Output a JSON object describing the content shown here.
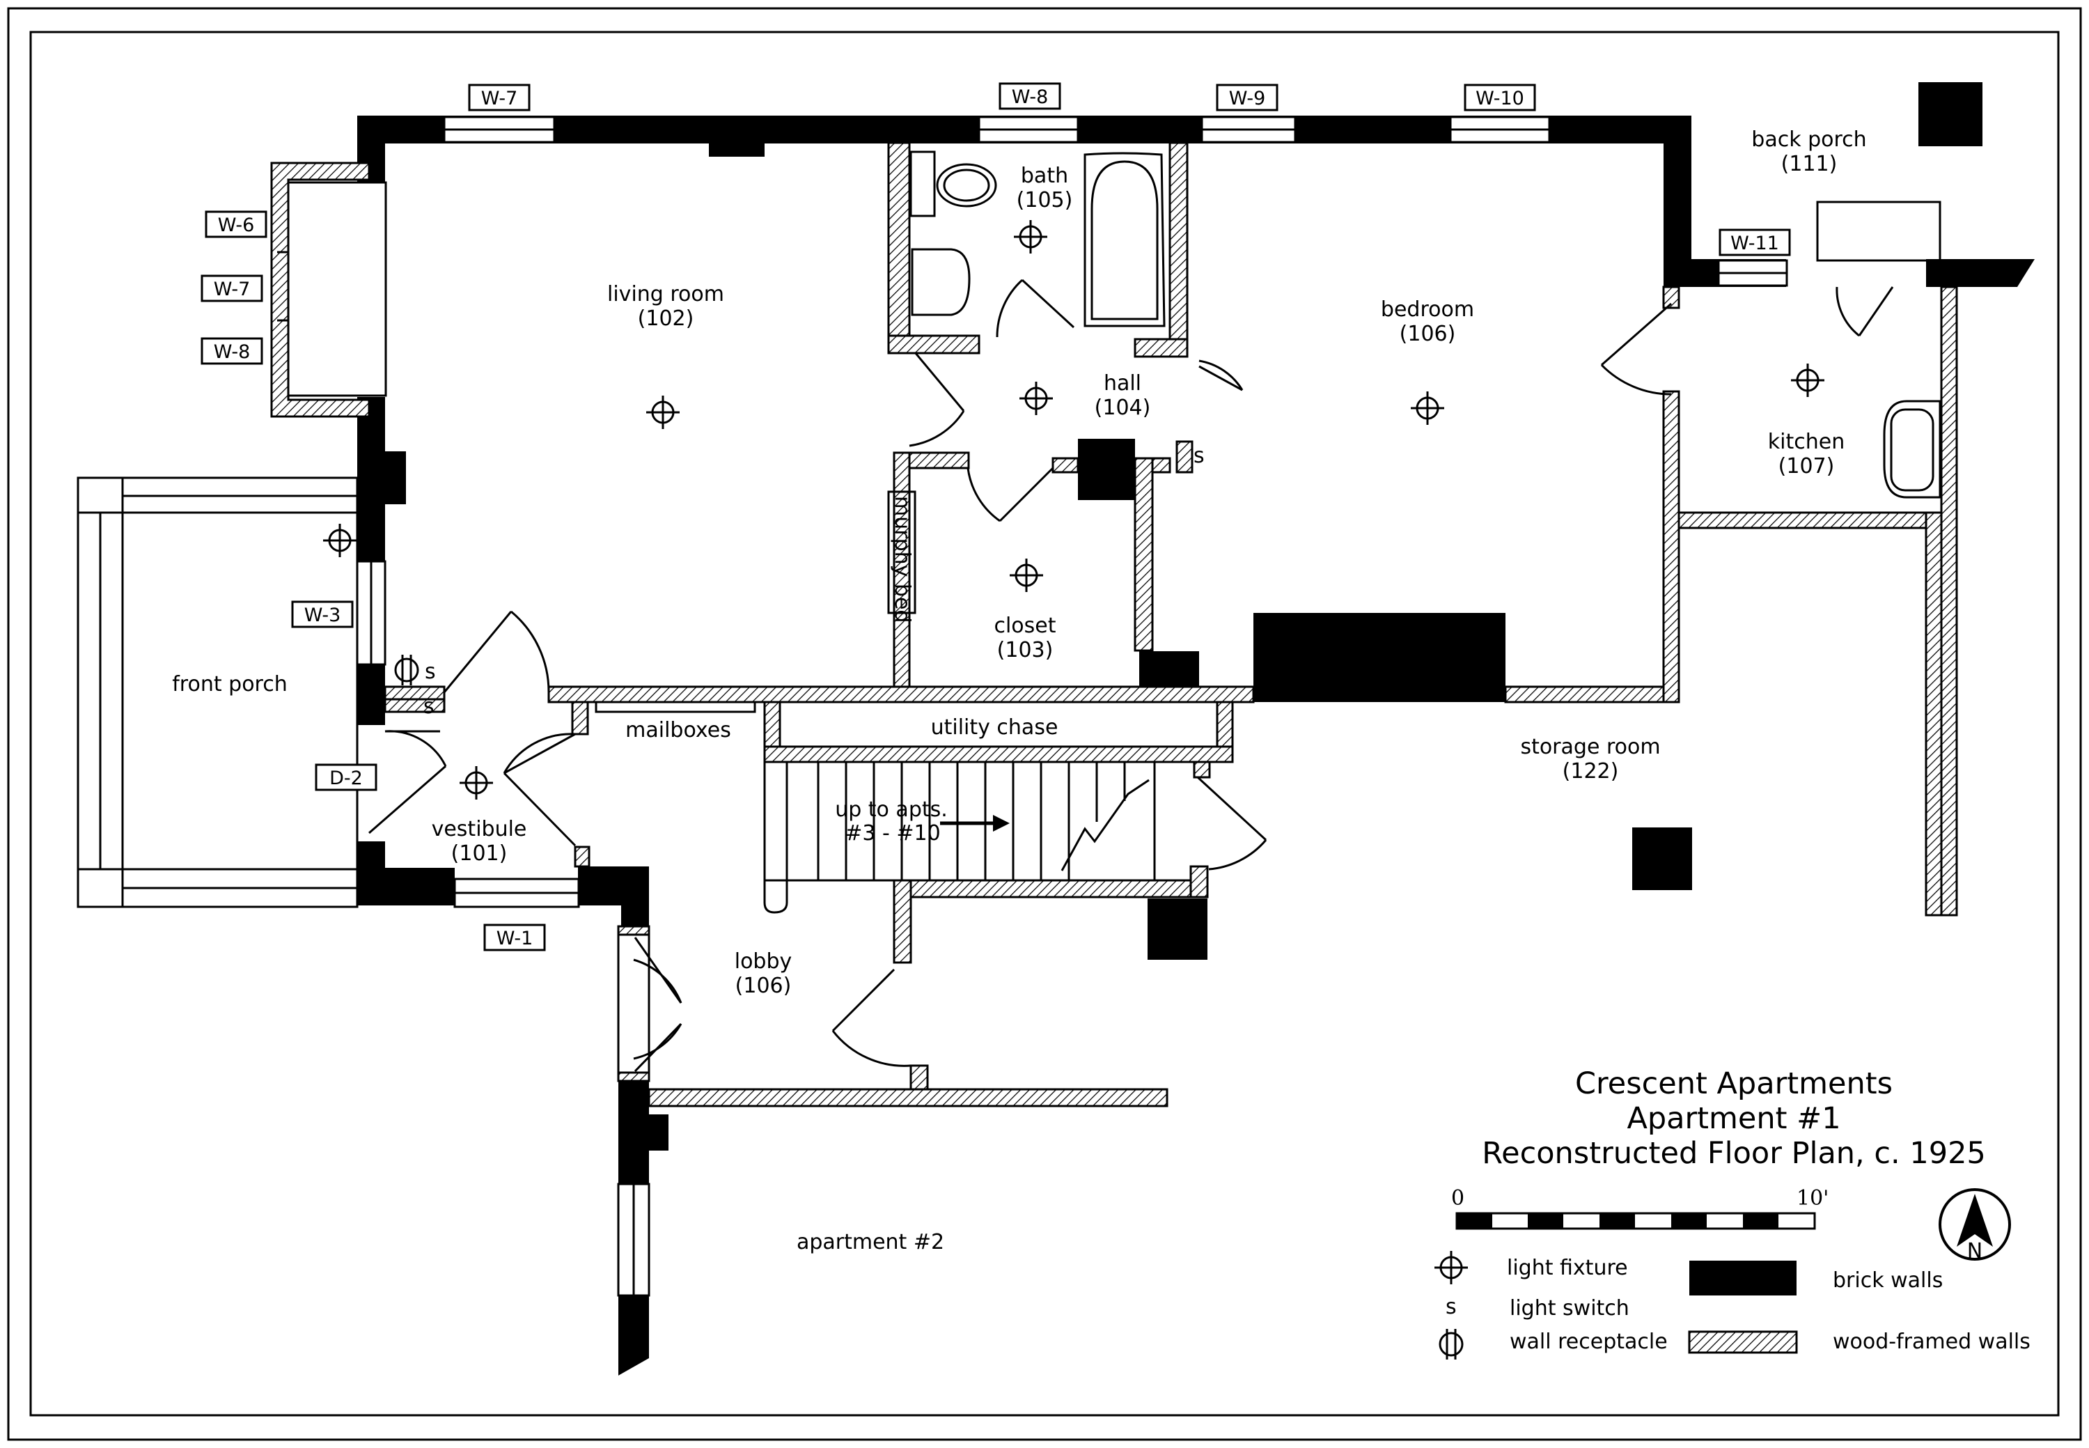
{
  "title": {
    "line1": "Crescent Apartments",
    "line2": "Apartment #1",
    "line3": "Reconstructed Floor Plan, c. 1925"
  },
  "rooms": {
    "living_room": {
      "name": "living room",
      "number": "(102)"
    },
    "bath": {
      "name": "bath",
      "number": "(105)"
    },
    "hall": {
      "name": "hall",
      "number": "(104)"
    },
    "closet": {
      "name": "closet",
      "number": "(103)"
    },
    "murphy_bed": "murphy bed",
    "bedroom": {
      "name": "bedroom",
      "number": "(106)"
    },
    "back_porch": {
      "name": "back porch",
      "number": "(111)"
    },
    "kitchen": {
      "name": "kitchen",
      "number": "(107)"
    },
    "front_porch": "front porch",
    "vestibule": {
      "name": "vestibule",
      "number": "(101)"
    },
    "mailboxes": "mailboxes",
    "utility_chase": "utility chase",
    "stairs": {
      "line1": "up to apts.",
      "line2": "#3 - #10"
    },
    "storage_room": {
      "name": "storage room",
      "number": "(122)"
    },
    "lobby": {
      "name": "lobby",
      "number": "(106)"
    },
    "apartment_2": "apartment #2"
  },
  "switch_mark": "s",
  "windows": {
    "w7_top": "W-7",
    "w8_top": "W-8",
    "w9": "W-9",
    "w10": "W-10",
    "w11": "W-11",
    "w6": "W-6",
    "w7_left": "W-7",
    "w8_left": "W-8",
    "w3": "W-3",
    "d2": "D-2",
    "w1": "W-1"
  },
  "scale": {
    "start": "0",
    "end": "10'"
  },
  "north": "N",
  "legend": {
    "light_fixture": "light fixture",
    "light_switch": "light switch",
    "light_switch_symbol": "s",
    "wall_receptacle": "wall receptacle",
    "brick_walls": "brick walls",
    "wood_framed_walls": "wood-framed walls"
  }
}
